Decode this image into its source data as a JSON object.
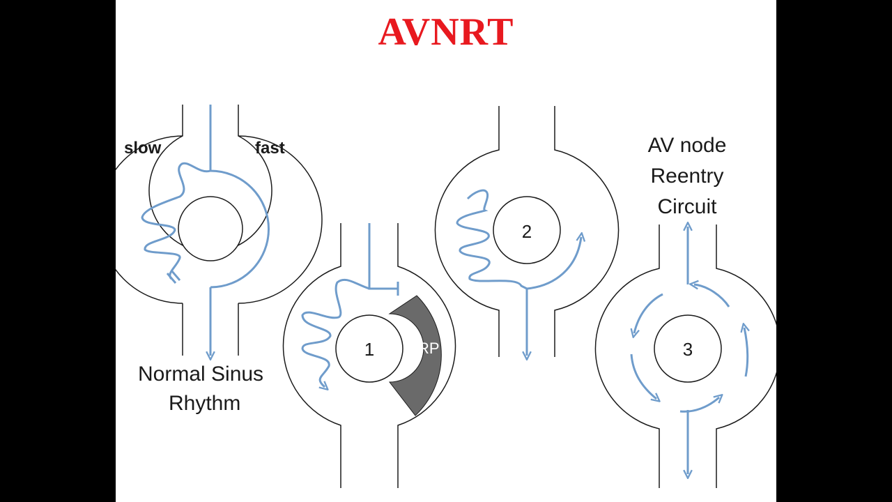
{
  "title": "AVNRT",
  "colors": {
    "title": "#e8191f",
    "pathway": "#6f9ccb",
    "outline": "#1a1a1a",
    "erp_fill": "#6a6a6a",
    "background": "#ffffff",
    "frame": "#000000"
  },
  "panels": {
    "normal": {
      "slow_label": "slow",
      "fast_label": "fast",
      "caption_line1": "Normal Sinus",
      "caption_line2": "Rhythm"
    },
    "step1": {
      "number": "1",
      "erp_label": "ERP"
    },
    "step2": {
      "number": "2"
    },
    "step3": {
      "number": "3",
      "caption_line1": "AV node",
      "caption_line2": "Reentry",
      "caption_line3": "Circuit"
    }
  }
}
